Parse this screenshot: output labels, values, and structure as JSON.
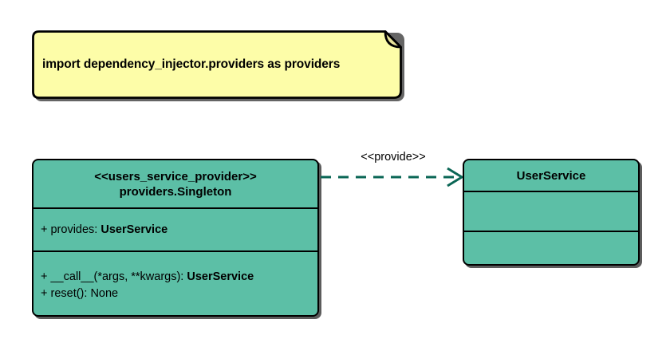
{
  "diagram": {
    "type": "uml-class-diagram",
    "background_color": "#ffffff",
    "class_fill_color": "#5cbfa6",
    "note_fill_color": "#fdfda8",
    "border_color": "#000000",
    "connector_color": "#0a6655"
  },
  "note": {
    "text": "import dependency_injector.providers as providers",
    "fold_corner": "top-right"
  },
  "classes": [
    {
      "id": "users-service-provider",
      "stereotype": "<<users_service_provider>>",
      "name": "providers.Singleton",
      "attributes": [
        {
          "visibility": "+",
          "label": "+ provides: ",
          "type": "UserService"
        }
      ],
      "operations": [
        {
          "visibility": "+",
          "label": "+ __call__(*args, **kwargs): ",
          "type": "UserService"
        },
        {
          "visibility": "+",
          "label": "+ reset(): None",
          "type": ""
        }
      ]
    },
    {
      "id": "user-service",
      "stereotype": "",
      "name": "UserService",
      "attributes": [],
      "operations": []
    }
  ],
  "connectors": [
    {
      "id": "provide-edge",
      "label": "<<provide>>",
      "line_style": "dashed",
      "arrowhead": "open",
      "source": "users-service-provider",
      "target": "user-service",
      "color": "#0a6655"
    }
  ]
}
